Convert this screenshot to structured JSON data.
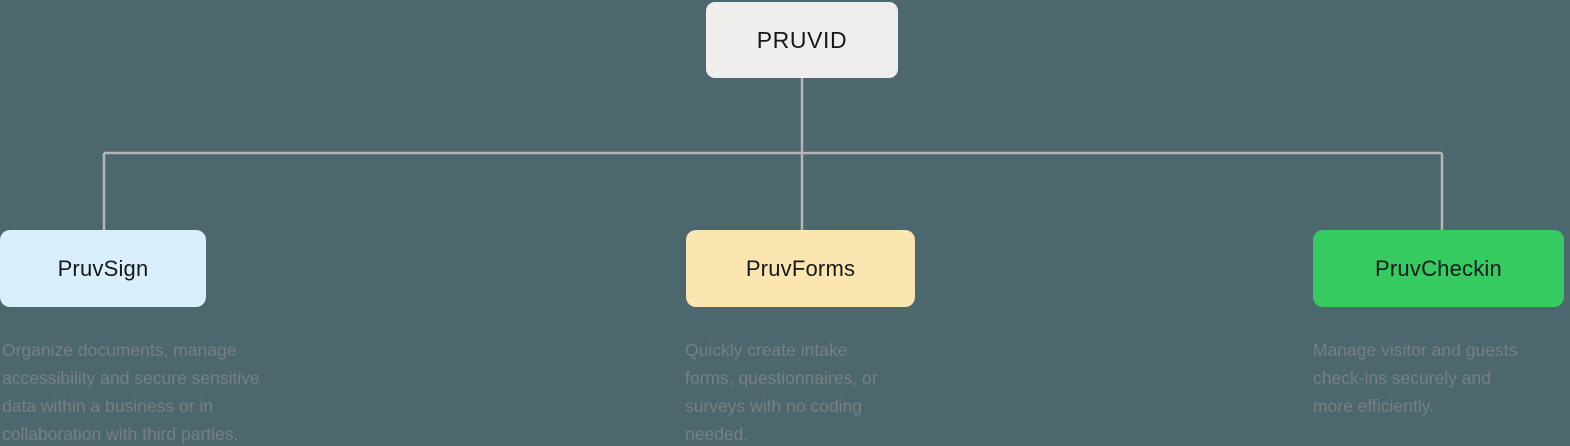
{
  "diagram": {
    "title_node": {
      "label": "PRUVID"
    },
    "children": [
      {
        "id": "pruvsign",
        "label": "PruvSign",
        "desc": "Organize documents, manage\naccessibility and secure sensitive\ndata within a business or in\ncollaboration with third parties.",
        "color": "#d9effb"
      },
      {
        "id": "pruvforms",
        "label": "PruvForms",
        "desc": "Quickly create intake\nforms, questionnaires, or\nsurveys with no coding\nneeded.",
        "color": "#fbe6b2"
      },
      {
        "id": "pruvcheckin",
        "label": "PruvCheckin",
        "desc": "Manage visitor and guests\ncheck-ins securely and\nmore efficiently.",
        "color": "#35cb61"
      }
    ],
    "colors": {
      "background": "#4d676e",
      "connector": "#b6b6b6",
      "root_node_bg": "#efeeec",
      "node_label_text": "#16181a",
      "description_text": "#778082"
    }
  }
}
